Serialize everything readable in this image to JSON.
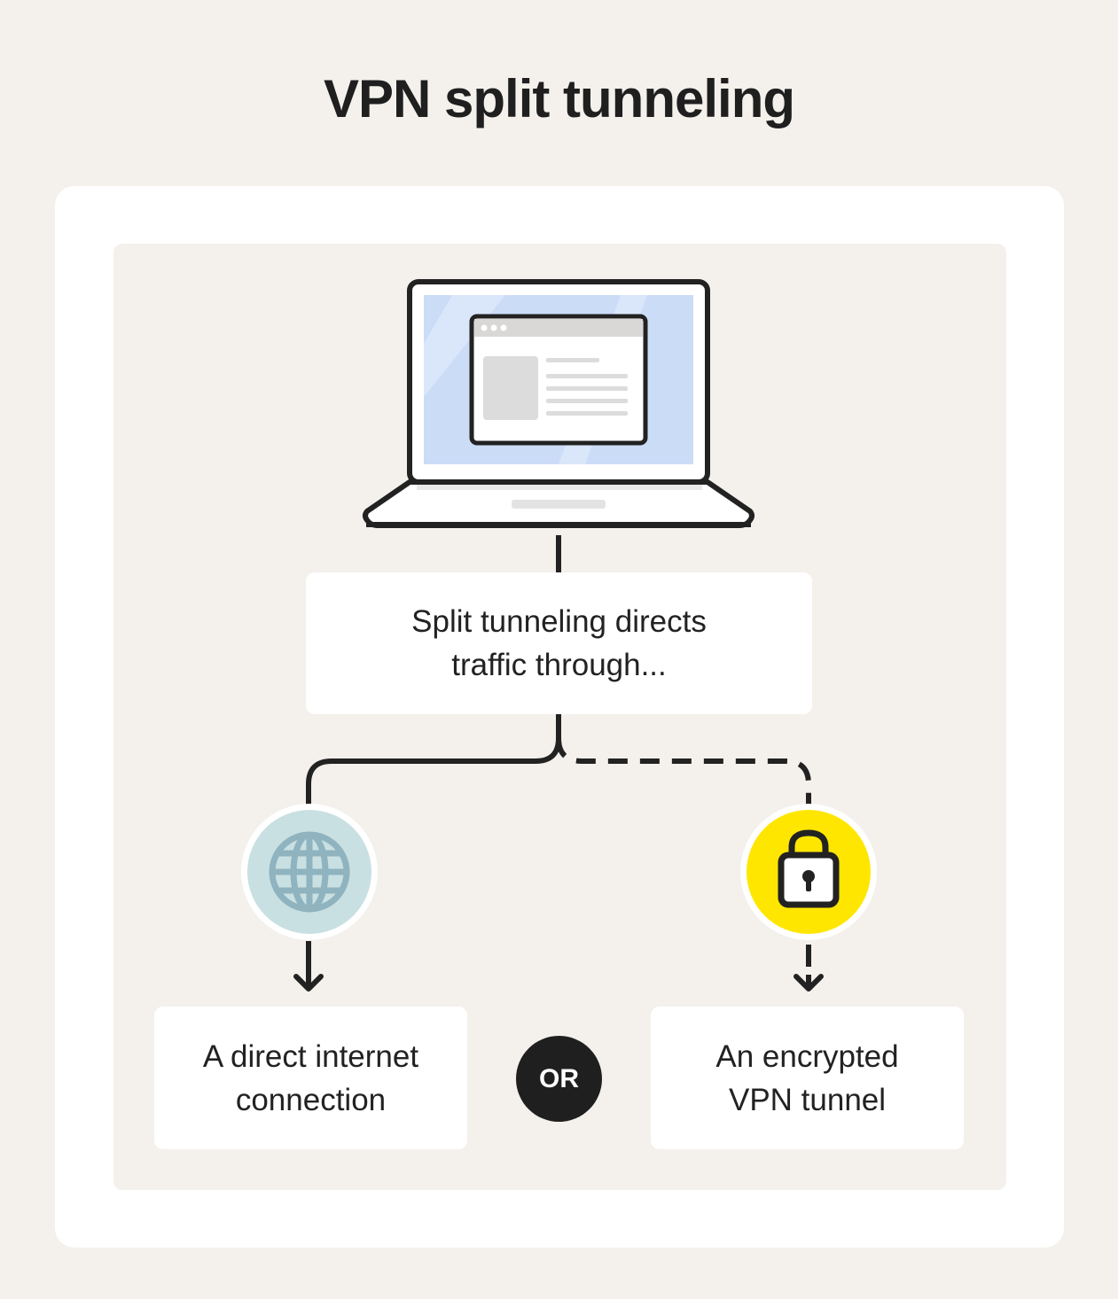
{
  "title": "VPN split tunneling",
  "nodes": {
    "source": {
      "icon": "laptop-icon"
    },
    "router": {
      "line1": "Split tunneling directs",
      "line2": "traffic through..."
    },
    "direct": {
      "icon": "globe-icon",
      "line1": "A direct internet",
      "line2": "connection"
    },
    "vpn": {
      "icon": "lock-icon",
      "line1": "An encrypted",
      "line2": "VPN tunnel"
    },
    "separator": "OR"
  },
  "edges": [
    {
      "from": "source",
      "to": "router",
      "style": "solid"
    },
    {
      "from": "router",
      "to": "direct",
      "style": "solid"
    },
    {
      "from": "router",
      "to": "vpn",
      "style": "dashed"
    }
  ],
  "colors": {
    "background": "#f4f1ec",
    "card": "#ffffff",
    "line": "#222222",
    "screen": "#cbdcf7",
    "globe_circle": "#c9e0e2",
    "globe": "#8fb3bf",
    "lock_circle": "#ffe600",
    "or_badge": "#1f1f1f"
  }
}
